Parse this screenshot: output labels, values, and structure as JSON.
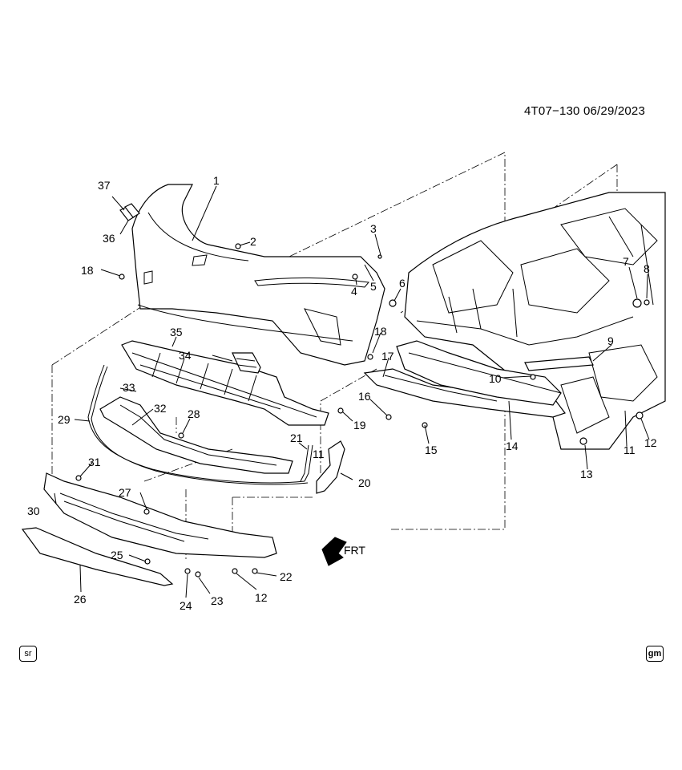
{
  "header": {
    "code": "4T07−130  06/29/2023"
  },
  "badges": {
    "left": "sr",
    "right": "gm"
  },
  "direction_label": "FRT",
  "callouts": {
    "c1": "1",
    "c2": "2",
    "c3": "3",
    "c4": "4",
    "c5": "5",
    "c6": "6",
    "c7": "7",
    "c8": "8",
    "c9": "9",
    "c10": "10",
    "c11a": "11",
    "c11b": "11",
    "c12a": "12",
    "c12b": "12",
    "c13": "13",
    "c14": "14",
    "c15": "15",
    "c16": "16",
    "c17": "17",
    "c18a": "18",
    "c18b": "18",
    "c19": "19",
    "c20": "20",
    "c21": "21",
    "c22": "22",
    "c23": "23",
    "c24": "24",
    "c25": "25",
    "c26": "26",
    "c27": "27",
    "c28": "28",
    "c29": "29",
    "c30": "30",
    "c31": "31",
    "c32": "32",
    "c33": "33",
    "c34": "34",
    "c35": "35",
    "c36": "36",
    "c37": "37"
  }
}
